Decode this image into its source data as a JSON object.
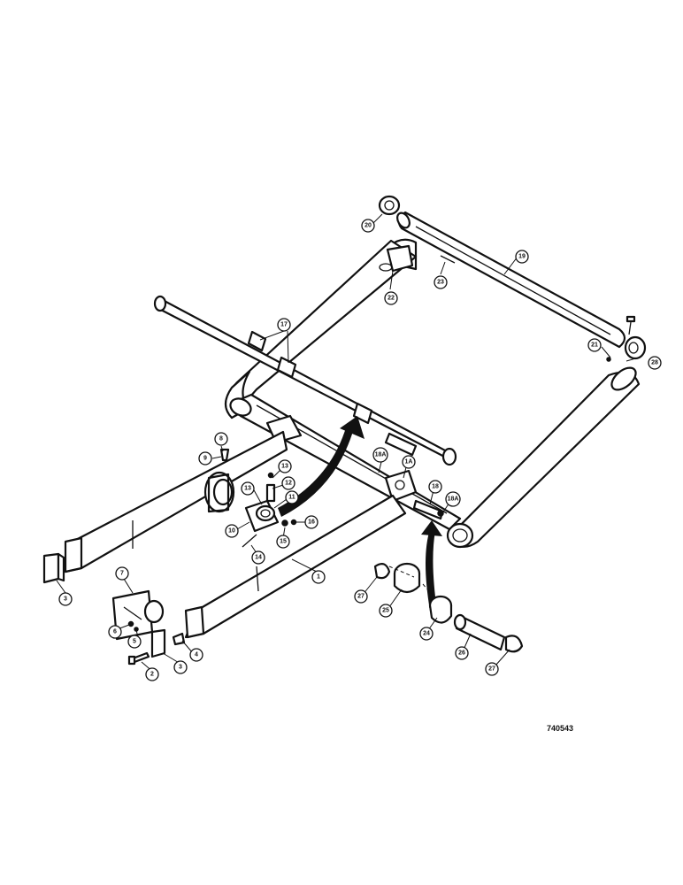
{
  "figure_number": "740543",
  "callouts": [
    {
      "id": "c1",
      "label": "1"
    },
    {
      "id": "c2",
      "label": "2"
    },
    {
      "id": "c3a",
      "label": "3"
    },
    {
      "id": "c3b",
      "label": "3"
    },
    {
      "id": "c4",
      "label": "4"
    },
    {
      "id": "c5",
      "label": "5"
    },
    {
      "id": "c6",
      "label": "6"
    },
    {
      "id": "c7",
      "label": "7"
    },
    {
      "id": "c8",
      "label": "8"
    },
    {
      "id": "c9",
      "label": "9"
    },
    {
      "id": "c10",
      "label": "10"
    },
    {
      "id": "c11",
      "label": "11"
    },
    {
      "id": "c12",
      "label": "12"
    },
    {
      "id": "c13a",
      "label": "13"
    },
    {
      "id": "c13b",
      "label": "13"
    },
    {
      "id": "c14",
      "label": "14"
    },
    {
      "id": "c15",
      "label": "15"
    },
    {
      "id": "c16",
      "label": "16"
    },
    {
      "id": "c17",
      "label": "17"
    },
    {
      "id": "c18",
      "label": "18"
    },
    {
      "id": "c18a1",
      "label": "18A"
    },
    {
      "id": "c18a2",
      "label": "18A"
    },
    {
      "id": "c19",
      "label": "19"
    },
    {
      "id": "c20",
      "label": "20"
    },
    {
      "id": "c21",
      "label": "21"
    },
    {
      "id": "c22",
      "label": "22"
    },
    {
      "id": "c23",
      "label": "23"
    },
    {
      "id": "c24",
      "label": "24"
    },
    {
      "id": "c25",
      "label": "25"
    },
    {
      "id": "c26",
      "label": "26"
    },
    {
      "id": "c27a",
      "label": "27"
    },
    {
      "id": "c27b",
      "label": "27"
    },
    {
      "id": "c28",
      "label": "28"
    },
    {
      "id": "c1a",
      "label": "1A"
    }
  ]
}
